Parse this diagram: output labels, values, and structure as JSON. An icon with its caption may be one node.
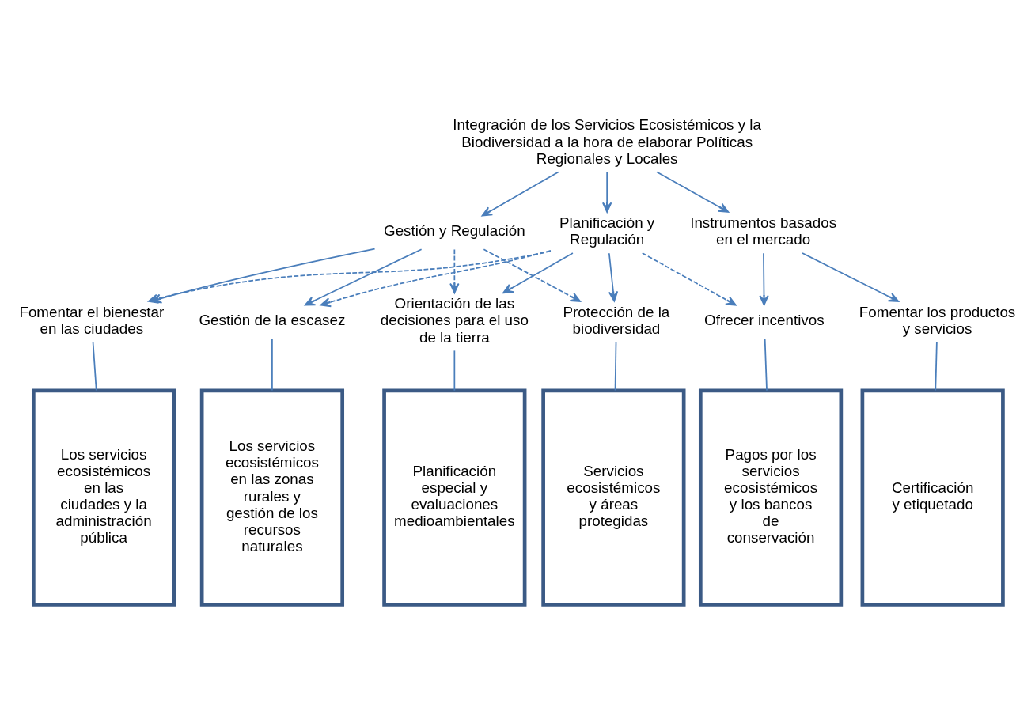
{
  "diagram": {
    "nodes": [
      {
        "text": [
          "Integración de los Servicios Ecosistémicos y la Biodiversidad a la hora de elaborar Políticas Regionales y Locales"
        ]
      },
      {
        "text": [
          "Gestión y Regulación"
        ]
      },
      {
        "text": [
          "Planificación y Regulación"
        ]
      },
      {
        "text": [
          "Instrumentos basados en el mercado"
        ]
      },
      {
        "text": [
          "Fomentar el bienestar en las ciudades"
        ]
      },
      {
        "text": [
          "Gestión de la escasez"
        ]
      },
      {
        "text": [
          "Orientación de las decisiones para el uso de la tierra"
        ]
      },
      {
        "text": [
          "Protección de la biodiversidad"
        ]
      },
      {
        "text": [
          "Ofrecer incentivos"
        ]
      },
      {
        "text": [
          "Fomentar los productos y servicios"
        ]
      },
      {
        "text": [
          "Los servicios ecosistémicos en las ciudades y la administración pública"
        ]
      },
      {
        "text": [
          "Los servicios ecosistémicos en las zonas rurales y gestión de los recursos naturales"
        ]
      },
      {
        "text": [
          "Planificación especial y evaluaciones medioambientales"
        ]
      },
      {
        "text": [
          "Servicios ecosistémicos y áreas protegidas"
        ]
      },
      {
        "text": [
          "Pagos por los servicios ecosistémicos y los bancos de conservación"
        ]
      },
      {
        "text": [
          "Certificación y etiquetado"
        ]
      }
    ],
    "edges": [
      {
        "from": 0,
        "to": 1,
        "arrow": "to"
      },
      {
        "from": 0,
        "to": 2,
        "arrow": "to"
      },
      {
        "from": 0,
        "to": 3,
        "arrow": "to"
      },
      {
        "from": 1,
        "to": 4,
        "arrow": "to"
      },
      {
        "from": 1,
        "to": 5,
        "arrow": "to"
      },
      {
        "from": 1,
        "to": 6,
        "arrow": "to",
        "style": "dashed"
      },
      {
        "from": 1,
        "to": 7,
        "arrow": "to",
        "style": "dashed"
      },
      {
        "from": 2,
        "to": 4,
        "arrow": "to",
        "style": "dashed"
      },
      {
        "from": 2,
        "to": 5,
        "arrow": "to",
        "style": "dashed"
      },
      {
        "from": 2,
        "to": 6,
        "arrow": "to"
      },
      {
        "from": 2,
        "to": 7,
        "arrow": "to"
      },
      {
        "from": 2,
        "to": 8,
        "arrow": "to",
        "style": "dashed"
      },
      {
        "from": 3,
        "to": 8,
        "arrow": "to"
      },
      {
        "from": 3,
        "to": 9,
        "arrow": "to"
      },
      {
        "from": 4,
        "to": 10,
        "arrow": "none"
      },
      {
        "from": 5,
        "to": 11,
        "arrow": "none"
      },
      {
        "from": 6,
        "to": 12,
        "arrow": "none"
      },
      {
        "from": 7,
        "to": 13,
        "arrow": "none"
      },
      {
        "from": 8,
        "to": 14,
        "arrow": "none"
      },
      {
        "from": 9,
        "to": 15,
        "arrow": "none"
      }
    ]
  }
}
